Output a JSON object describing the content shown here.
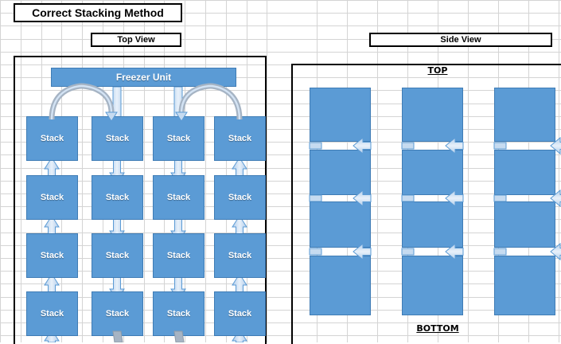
{
  "document": {
    "app": "spreadsheet",
    "title_box": {
      "label": "Correct Stacking Method"
    }
  },
  "colors": {
    "block_fill": "#5B9BD5",
    "block_stroke": "#3F7CB5",
    "arrow_fill_light": "#C6DBF0",
    "arrow_fill_grey": "#A6B4C4",
    "arrow_stroke": "#5B9BD5",
    "grid_line": "#D4D4D4",
    "frame": "#000000",
    "text_on_block": "#FFFFFF"
  },
  "left_panel": {
    "view_label": "Top View",
    "freezer": {
      "label": "Freezer Unit"
    },
    "stack_label": "Stack",
    "columns": 4,
    "rows": 4,
    "grid": [
      [
        "Stack",
        "Stack",
        "Stack",
        "Stack"
      ],
      [
        "Stack",
        "Stack",
        "Stack",
        "Stack"
      ],
      [
        "Stack",
        "Stack",
        "Stack",
        "Stack"
      ],
      [
        "Stack",
        "Stack",
        "Stack",
        "Stack"
      ]
    ],
    "flow_notes": {
      "col1": "up",
      "col2": "down",
      "col3": "down",
      "col4": "up",
      "curve_left": "col1 to col2",
      "curve_right": "col4 to col3",
      "freezer_feeds": [
        "col2",
        "col3"
      ]
    }
  },
  "right_panel": {
    "view_label": "Side View",
    "top_label": "TOP",
    "bottom_label": "BOTTOM",
    "columns": 3,
    "rows": 4,
    "arrow_direction": "left",
    "arrow_rows": 3,
    "arrows_per_row": 3
  }
}
